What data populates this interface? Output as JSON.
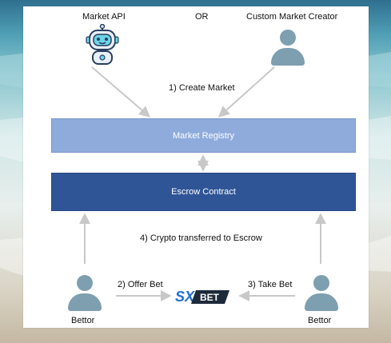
{
  "top": {
    "market_api": "Market API",
    "or": "OR",
    "custom_creator": "Custom Market Creator"
  },
  "steps": {
    "create_market": "1) Create Market",
    "offer_bet": "2) Offer Bet",
    "take_bet": "3) Take Bet",
    "crypto_transferred": "4) Crypto transferred to Escrow"
  },
  "boxes": {
    "registry": "Market Registry",
    "escrow": "Escrow Contract"
  },
  "bottom": {
    "bettor_left": "Bettor",
    "bettor_right": "Bettor"
  },
  "logo": {
    "mark": "SX",
    "text": "BET"
  },
  "colors": {
    "registry": "#8fabdc",
    "escrow": "#2f5597",
    "arrow": "#c8c8c8",
    "person": "#7d9fb0",
    "logo_blue": "#1e6fd9",
    "logo_dark": "#1d2a3a"
  },
  "icons": [
    "robot-icon",
    "person-icon",
    "sx-bet-logo"
  ]
}
